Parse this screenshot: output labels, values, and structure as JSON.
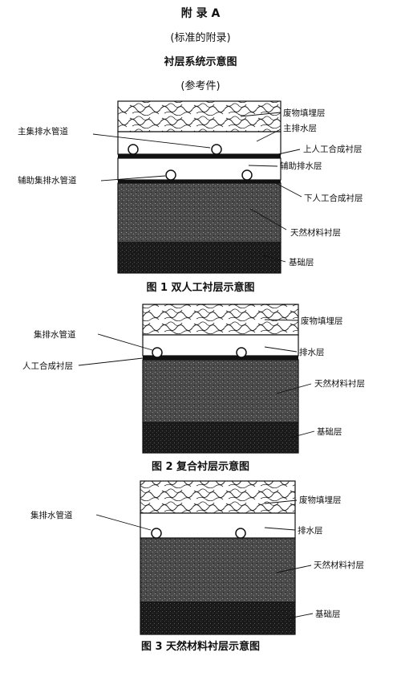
{
  "header": {
    "appendix_title": "附 录 A",
    "appendix_note": "(标准的附录)",
    "section_title": "衬层系统示意图",
    "section_note": "(参考件)"
  },
  "figures": [
    {
      "caption": "图 1  双人工衬层示意图",
      "labels": {
        "waste": "废物填埋层",
        "main_drain": "主排水层",
        "main_pipe": "主集排水管道",
        "upper_liner": "上人工合成衬层",
        "aux_drain": "辅助排水层",
        "aux_pipe": "辅助集排水管道",
        "lower_liner": "下人工合成衬层",
        "natural": "天然材料衬层",
        "base": "基础层"
      }
    },
    {
      "caption": "图 2  复合衬层示意图",
      "labels": {
        "waste": "废物填埋层",
        "pipe": "集排水管道",
        "drain": "排水层",
        "liner": "人工合成衬层",
        "natural": "天然材料衬层",
        "base": "基础层"
      }
    },
    {
      "caption": "图 3  天然材料衬层示意图",
      "labels": {
        "waste": "废物填埋层",
        "pipe": "集排水管道",
        "drain": "排水层",
        "natural": "天然材料衬层",
        "base": "基础层"
      }
    }
  ],
  "colors": {
    "natural_fill": "#4a4a4a",
    "base_fill": "#1a1a1a",
    "line": "#111111"
  }
}
